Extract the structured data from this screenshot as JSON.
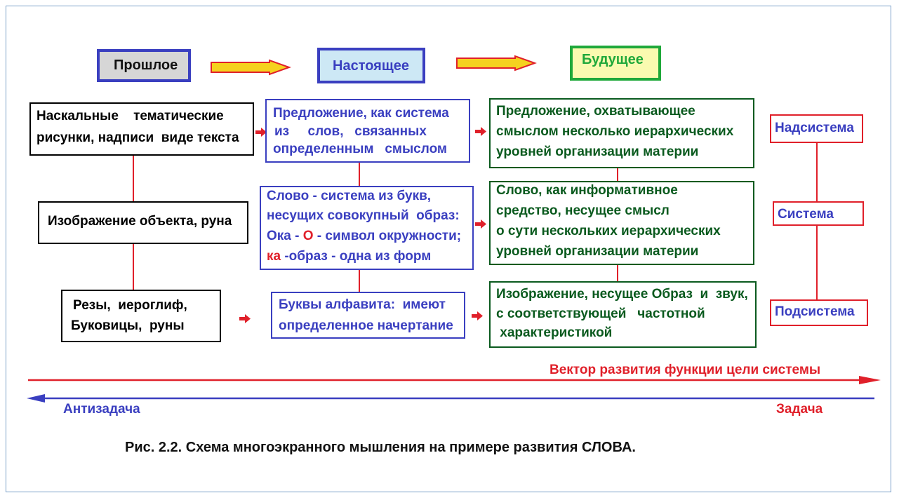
{
  "header": {
    "past": "Прошлое",
    "present": "Настоящее",
    "future": "Будущее"
  },
  "past": {
    "row1": [
      "Наскальные    тематические",
      "рисунки, надписи  виде текста"
    ],
    "row2": [
      "Изображение объекта, руна"
    ],
    "row3": [
      "Резы,  иероглиф,",
      "Буковицы,  руны"
    ]
  },
  "present": {
    "row1": [
      "Предложение, как система",
      "из     слов,   связанных",
      "определенным   смыслом"
    ],
    "row2": {
      "line1": "Слово - система из букв,",
      "line2": "несущих совокупный  образ:",
      "line3_a": "Ока - ",
      "line3_b": "О",
      "line3_c": " - символ окружности;",
      "line4_a": "ка",
      "line4_b": " -образ - одна из форм"
    },
    "row3": [
      "Буквы алфавита:  имеют",
      "определенное начертание"
    ]
  },
  "future": {
    "row1": [
      "Предложение, охватывающее",
      "смыслом несколько иерархических",
      "уровней организации материи"
    ],
    "row2": [
      "Слово, как информативное",
      "средство, несущее смысл",
      "о сути нескольких иерархических",
      "уровней организации материи"
    ],
    "row3": [
      "Изображение, несущее Образ  и  звук,",
      "с соответствующей   частотной",
      " характеристикой"
    ]
  },
  "system": {
    "super": "Надсистема",
    "system": "Система",
    "sub": "Подсистема"
  },
  "vectors": {
    "development": "Вектор развития  функции цели системы",
    "antitask": "Антизадача",
    "task": "Задача"
  },
  "caption": "Рис. 2.2. Схема многоэкранного мышления на примере развития СЛОВА.",
  "colors": {
    "red": "#e0202a",
    "blue": "#3a3fc0",
    "green": "#0a5a1e",
    "yellow_arrow": "#f5d21f"
  }
}
